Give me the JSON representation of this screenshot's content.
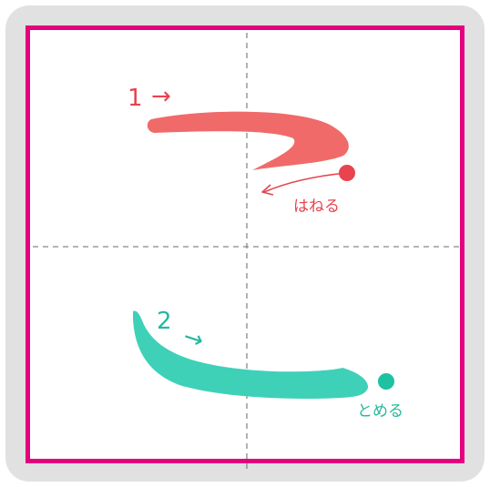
{
  "colors": {
    "frame": "#e4007f",
    "card_background": "#e1e1e1",
    "guide": "#888888",
    "stroke1": "#f06a6a",
    "stroke1_marker": "#e8434e",
    "stroke2": "#3ed1b8",
    "stroke2_marker": "#1ec1a0"
  },
  "strokes": [
    {
      "number": "1",
      "direction_arrow": "→",
      "ending_label": "はねる"
    },
    {
      "number": "2",
      "direction_arrow": "→",
      "ending_label": "とめる"
    }
  ]
}
